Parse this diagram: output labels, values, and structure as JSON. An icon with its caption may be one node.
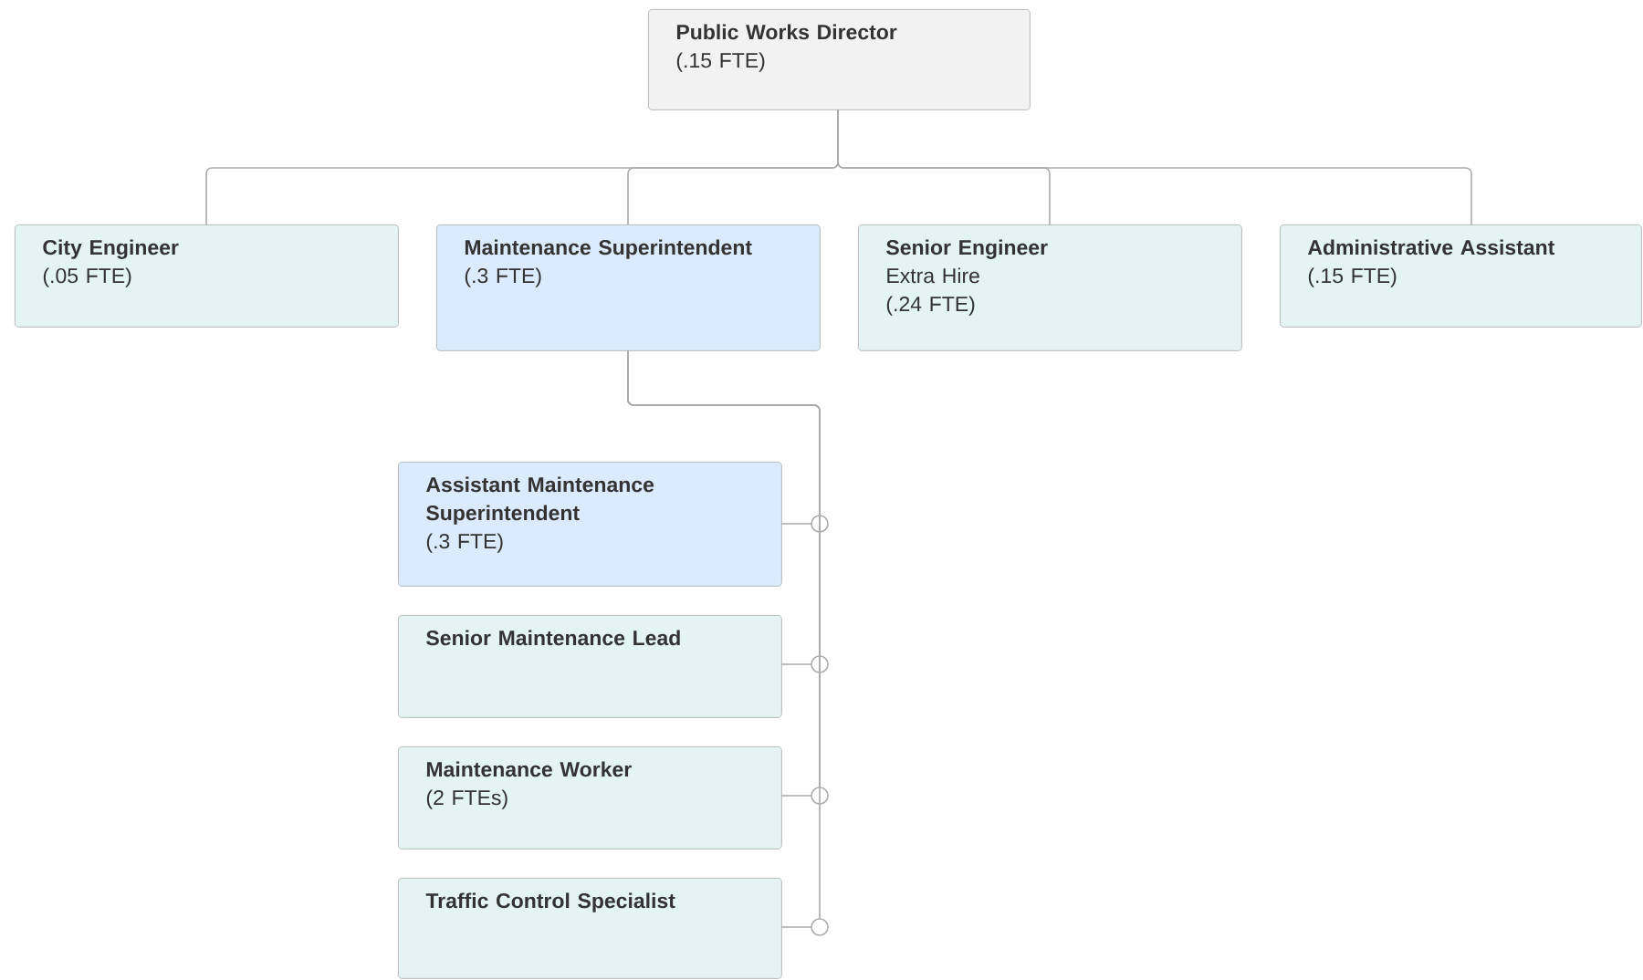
{
  "diagram": {
    "nodes": [
      {
        "text": [
          "Public Works Director",
          "(.15 FTE)"
        ]
      },
      {
        "text": [
          "City Engineer",
          "(.05 FTE)"
        ]
      },
      {
        "text": [
          "Maintenance Superintendent",
          "(.3 FTE)"
        ]
      },
      {
        "text": [
          "Senior Engineer",
          "Extra Hire",
          "(.24 FTE)"
        ]
      },
      {
        "text": [
          "Administrative Assistant",
          "(.15 FTE)"
        ]
      },
      {
        "text": [
          "Assistant Maintenance Superintendent",
          "(.3 FTE)"
        ]
      },
      {
        "text": [
          "Senior Maintenance Lead"
        ]
      },
      {
        "text": [
          "Maintenance Worker",
          "(2 FTEs)"
        ]
      },
      {
        "text": [
          "Traffic Control Specialist"
        ]
      }
    ],
    "edges": [
      {
        "from": 0,
        "to": 1,
        "arrow": "none"
      },
      {
        "from": 0,
        "to": 2,
        "arrow": "none"
      },
      {
        "from": 0,
        "to": 3,
        "arrow": "none"
      },
      {
        "from": 0,
        "to": 4,
        "arrow": "none"
      },
      {
        "from": 2,
        "to": 5,
        "arrow": "none"
      },
      {
        "from": 2,
        "to": 6,
        "arrow": "none"
      },
      {
        "from": 2,
        "to": 7,
        "arrow": "none"
      },
      {
        "from": 2,
        "to": 8,
        "arrow": "none"
      }
    ]
  }
}
